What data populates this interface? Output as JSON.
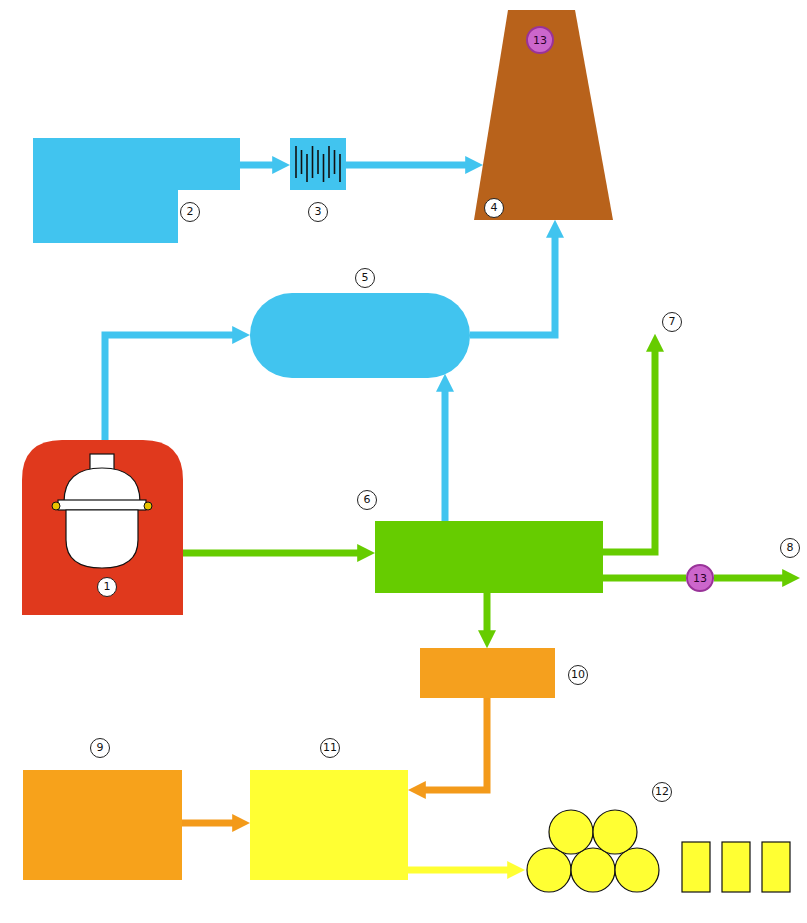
{
  "diagram": {
    "nodes": [
      {
        "text": [
          "2"
        ]
      },
      {
        "text": [
          "3"
        ]
      },
      {
        "text": [
          "4"
        ]
      },
      {
        "text": [
          "13"
        ],
        "in": 2
      },
      {
        "text": [
          "5"
        ]
      },
      {
        "text": [
          "1"
        ]
      },
      {
        "text": [
          "6"
        ]
      },
      {
        "text": [
          "13"
        ]
      },
      {
        "text": [
          "10"
        ]
      },
      {
        "text": [
          "9"
        ]
      },
      {
        "text": [
          "11"
        ]
      },
      {
        "text": [
          "12"
        ]
      }
    ],
    "edges": [
      {
        "from": 0,
        "to": 1,
        "arrow": "to"
      },
      {
        "from": 1,
        "to": 2,
        "arrow": "to"
      },
      {
        "from": 5,
        "to": 4,
        "arrow": "to"
      },
      {
        "from": 6,
        "to": 4,
        "arrow": "to"
      },
      {
        "from": 4,
        "to": 2,
        "arrow": "to"
      },
      {
        "from": 5,
        "to": 6,
        "arrow": "to"
      },
      {
        "from": 6,
        "to": 7,
        "arrow": "none"
      },
      {
        "from": 6,
        "to": 8,
        "arrow": "to"
      },
      {
        "from": 8,
        "to": 10,
        "arrow": "to"
      },
      {
        "from": 9,
        "to": 10,
        "arrow": "to"
      },
      {
        "from": 10,
        "to": 11,
        "arrow": "to"
      }
    ],
    "labels": [
      "7",
      "8"
    ]
  }
}
